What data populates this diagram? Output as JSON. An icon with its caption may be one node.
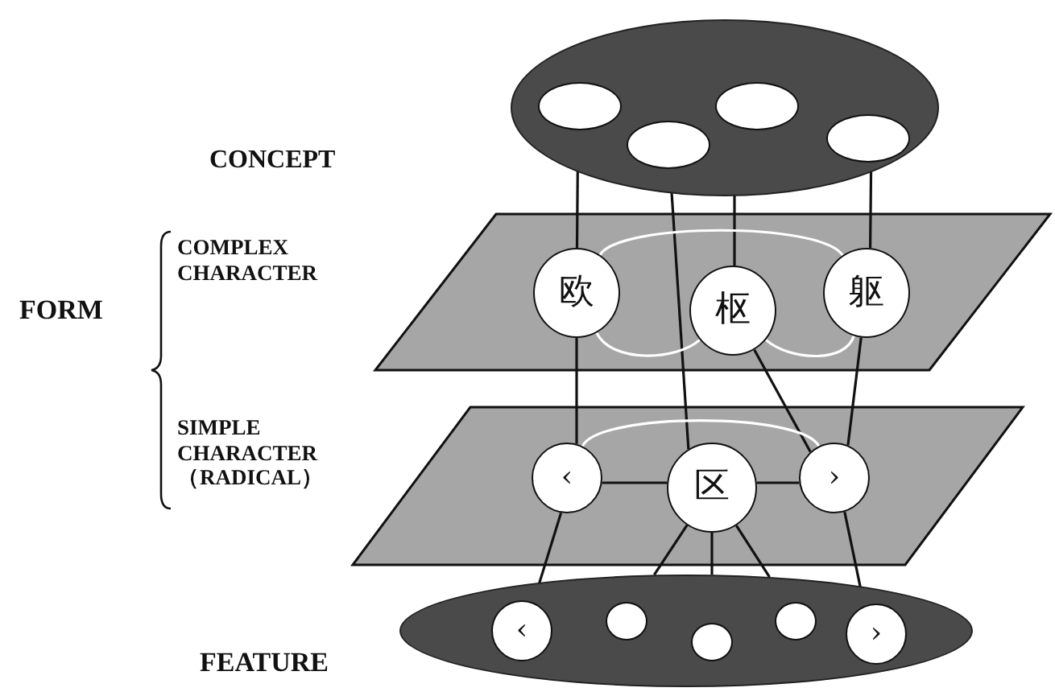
{
  "diagram": {
    "nodes": [
      {
        "text": [],
        "shape": "ellipse"
      },
      {
        "text": [],
        "shape": "circle",
        "in": 0
      },
      {
        "text": [],
        "shape": "circle",
        "in": 0
      },
      {
        "text": [],
        "shape": "circle",
        "in": 0
      },
      {
        "text": [],
        "shape": "circle",
        "in": 0
      },
      {
        "text": [],
        "shape": "parallelogram"
      },
      {
        "text": [
          "欧"
        ],
        "in": 5
      },
      {
        "text": [
          "枢"
        ],
        "in": 5
      },
      {
        "text": [
          "躯"
        ],
        "in": 5
      },
      {
        "text": [],
        "shape": "parallelogram"
      },
      {
        "text": [
          "‹"
        ],
        "in": 9
      },
      {
        "text": [
          "区"
        ],
        "in": 9
      },
      {
        "text": [
          "›"
        ],
        "in": 9
      },
      {
        "text": [],
        "shape": "ellipse"
      },
      {
        "text": [
          "‹"
        ],
        "in": 13
      },
      {
        "text": [],
        "shape": "circle",
        "in": 13
      },
      {
        "text": [],
        "shape": "circle",
        "in": 13
      },
      {
        "text": [],
        "shape": "circle",
        "in": 13
      },
      {
        "text": [
          "›"
        ],
        "in": 13
      }
    ],
    "edges": [
      {
        "from": 1,
        "to": 6,
        "arrow": "none"
      },
      {
        "from": 2,
        "to": 11,
        "arrow": "none"
      },
      {
        "from": 3,
        "to": 7,
        "arrow": "none"
      },
      {
        "from": 4,
        "to": 8,
        "arrow": "none"
      },
      {
        "from": 6,
        "to": 10,
        "arrow": "none"
      },
      {
        "from": 7,
        "to": 12,
        "arrow": "none"
      },
      {
        "from": 8,
        "to": 12,
        "arrow": "none"
      },
      {
        "from": 10,
        "to": 11,
        "arrow": "none"
      },
      {
        "from": 11,
        "to": 12,
        "arrow": "none"
      },
      {
        "from": 10,
        "to": 14,
        "arrow": "none"
      },
      {
        "from": 12,
        "to": 18,
        "arrow": "none"
      },
      {
        "from": 11,
        "to": 13,
        "arrow": "none"
      },
      {
        "from": 11,
        "to": 13,
        "arrow": "none"
      },
      {
        "from": 11,
        "to": 13,
        "arrow": "none"
      },
      {
        "from": 6,
        "to": 8,
        "arrow": "none",
        "color": "#ffffff"
      },
      {
        "from": 6,
        "to": 7,
        "arrow": "none",
        "color": "#ffffff"
      },
      {
        "from": 7,
        "to": 8,
        "arrow": "none",
        "color": "#ffffff"
      },
      {
        "from": 10,
        "to": 12,
        "arrow": "none",
        "color": "#ffffff"
      }
    ],
    "labels": [
      "CONCEPT",
      "FORM",
      "COMPLEX CHARACTER",
      "SIMPLE CHARACTER （RADICAL）",
      "FEATURE"
    ]
  }
}
